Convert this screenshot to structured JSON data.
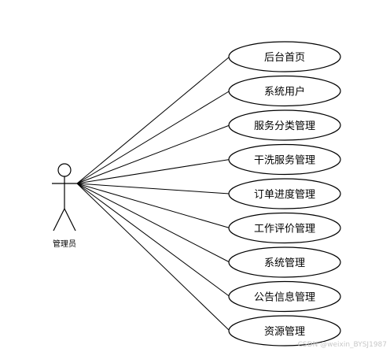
{
  "diagram": {
    "type": "use-case",
    "actor": {
      "label": "管理员"
    },
    "use_cases": [
      "后台首页",
      "系统用户",
      "服务分类管理",
      "干洗服务管理",
      "订单进度管理",
      "工作评价管理",
      "系统管理",
      "公告信息管理",
      "资源管理"
    ],
    "watermark": "CSDN @weixin_BYSJ1987"
  }
}
